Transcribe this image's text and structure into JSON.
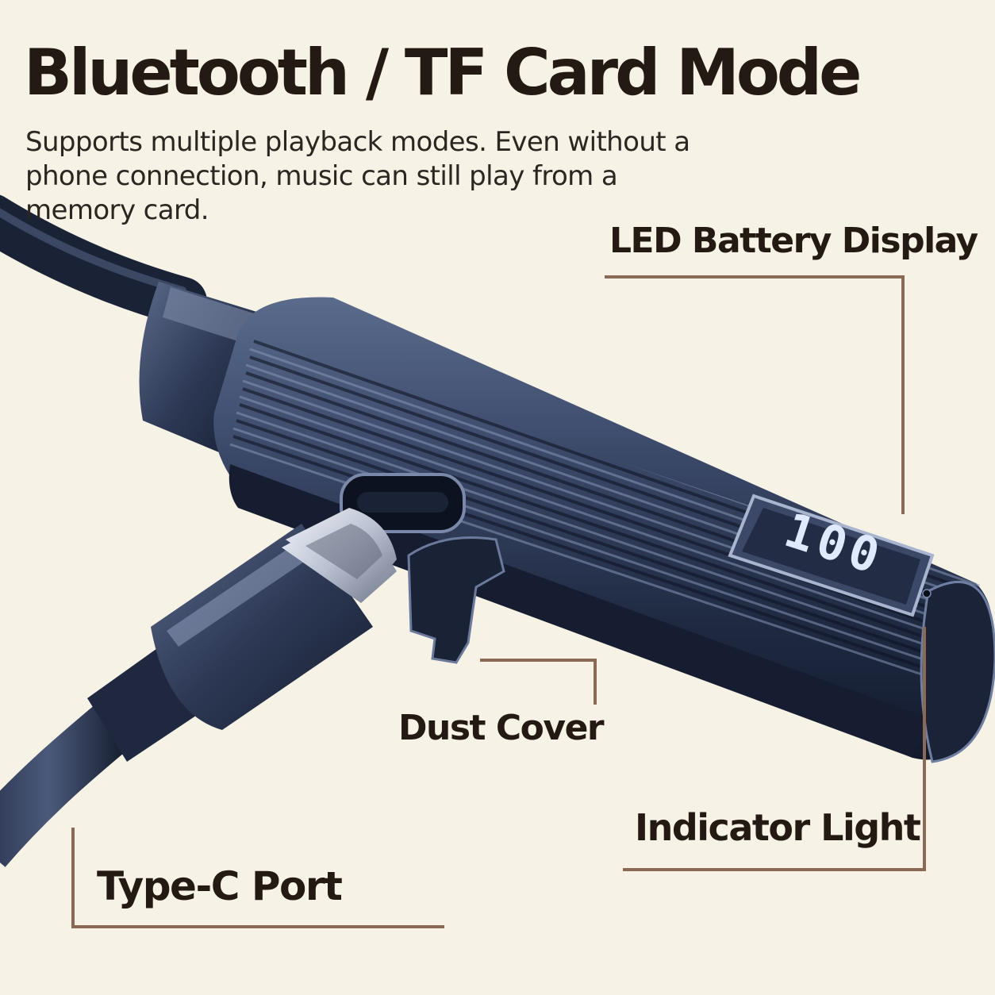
{
  "header": {
    "title": "Bluetooth / TF Card Mode",
    "subtitle": "Supports multiple playback modes. Even without a phone connection, music can still play from a memory card."
  },
  "callouts": {
    "led_battery_display": "LED Battery Display",
    "dust_cover": "Dust Cover",
    "indicator_light": "Indicator Light",
    "type_c_port": "Type-C Port"
  },
  "led_display": {
    "digits": "100"
  },
  "colors": {
    "background": "#f7f2e6",
    "heading_text": "#231a14",
    "callout_line": "#8a6a55",
    "device_body": "#2e3a55",
    "led_segment": "#dfe9ff"
  },
  "icons": {
    "led_battery_display": "seven-segment-digits-icon",
    "type_c_port": "usb-c-port-icon",
    "indicator_light": "led-dot-icon"
  }
}
